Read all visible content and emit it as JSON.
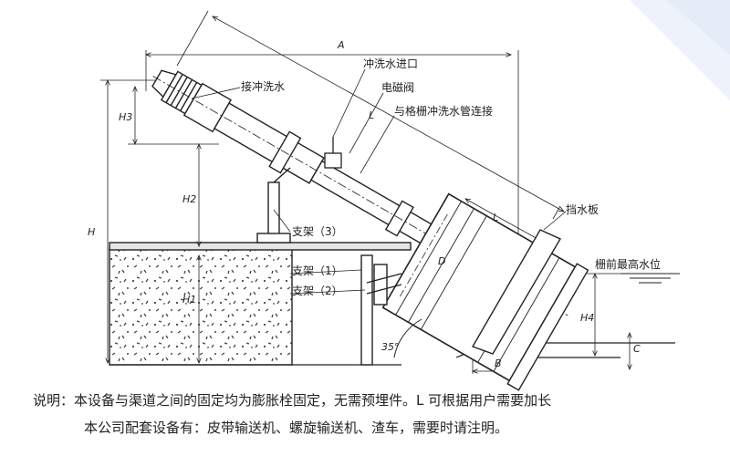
{
  "dimensions": {
    "A": "A",
    "B": "B",
    "C": "C",
    "D": "D",
    "H": "H",
    "H1": "H1",
    "H2": "H2",
    "H3": "H3",
    "H4": "H4",
    "L": "L",
    "angle": "35°"
  },
  "labels": {
    "flush_water": "接冲洗水",
    "flush_inlet": "冲洗水进口",
    "solenoid_valve": "电磁阀",
    "connect_pipe": "与格栅冲洗水管连接",
    "bracket_3": "支架（3）",
    "bracket_1": "支架（1）",
    "bracket_2": "支架（2）",
    "baffle": "挡水板",
    "max_water_level": "栅前最高水位"
  },
  "notes": {
    "line1": "说明：本设备与渠道之间的固定均为膨胀栓固定，无需预埋件。L 可根据用户需要加长",
    "line2": "本公司配套设备有：皮带输送机、螺旋输送机、渣车，需要时请注明。"
  },
  "colors": {
    "line": "#222222",
    "corner": "#eef3fb"
  }
}
